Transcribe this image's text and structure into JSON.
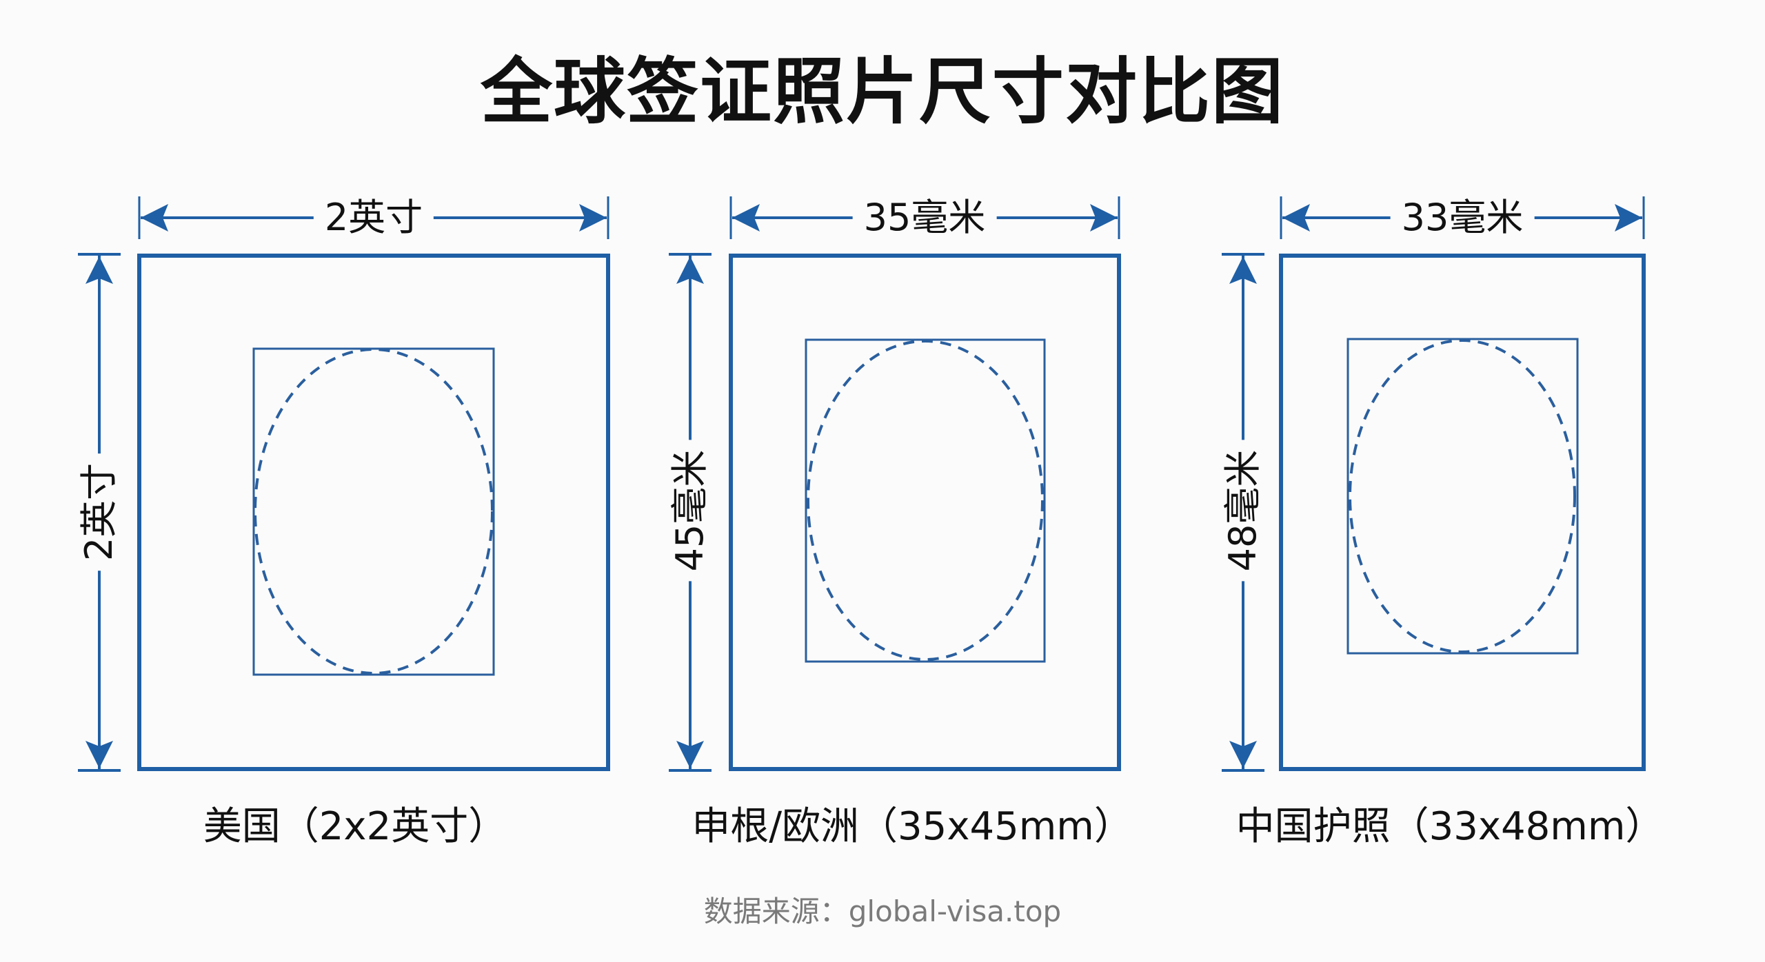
{
  "title": "全球签证照片尺寸对比图",
  "colors": {
    "line": "#1f5fa5",
    "inner": "#2a5f9e",
    "text": "#111111",
    "source": "#7a7a7a"
  },
  "photos": [
    {
      "name": "美国",
      "width_label": "2英寸",
      "height_label": "2英寸",
      "caption": "美国（2x2英寸）"
    },
    {
      "name": "申根/欧洲",
      "width_label": "35毫米",
      "height_label": "45毫米",
      "caption": "申根/欧洲（35x45mm）"
    },
    {
      "name": "中国护照",
      "width_label": "33毫米",
      "height_label": "48毫米",
      "caption": "中国护照（33x48mm）"
    }
  ],
  "source": "数据来源：global-visa.top"
}
